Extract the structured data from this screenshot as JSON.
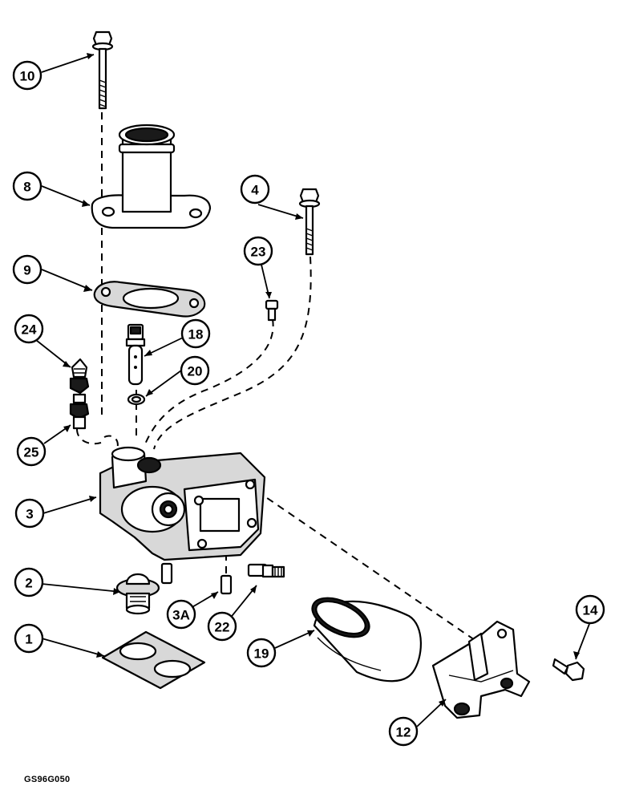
{
  "figure_code": "GS96G050",
  "callouts": [
    {
      "id": "10",
      "label": "10",
      "part": "bolt-top"
    },
    {
      "id": "8",
      "label": "8",
      "part": "outlet-elbow"
    },
    {
      "id": "9",
      "label": "9",
      "part": "outlet-gasket"
    },
    {
      "id": "4",
      "label": "4",
      "part": "bolt-long"
    },
    {
      "id": "23",
      "label": "23",
      "part": "small-bolt"
    },
    {
      "id": "24",
      "label": "24",
      "part": "hose-fitting"
    },
    {
      "id": "18",
      "label": "18",
      "part": "sender"
    },
    {
      "id": "20",
      "label": "20",
      "part": "o-ring"
    },
    {
      "id": "25",
      "label": "25",
      "part": "fitting-lower"
    },
    {
      "id": "3",
      "label": "3",
      "part": "housing"
    },
    {
      "id": "2",
      "label": "2",
      "part": "thermostat"
    },
    {
      "id": "3A",
      "label": "3A",
      "part": "dowel-pins"
    },
    {
      "id": "22",
      "label": "22",
      "part": "plug"
    },
    {
      "id": "1",
      "label": "1",
      "part": "housing-gasket"
    },
    {
      "id": "19",
      "label": "19",
      "part": "filter"
    },
    {
      "id": "14",
      "label": "14",
      "part": "bracket-bolt"
    },
    {
      "id": "12",
      "label": "12",
      "part": "bracket"
    }
  ]
}
